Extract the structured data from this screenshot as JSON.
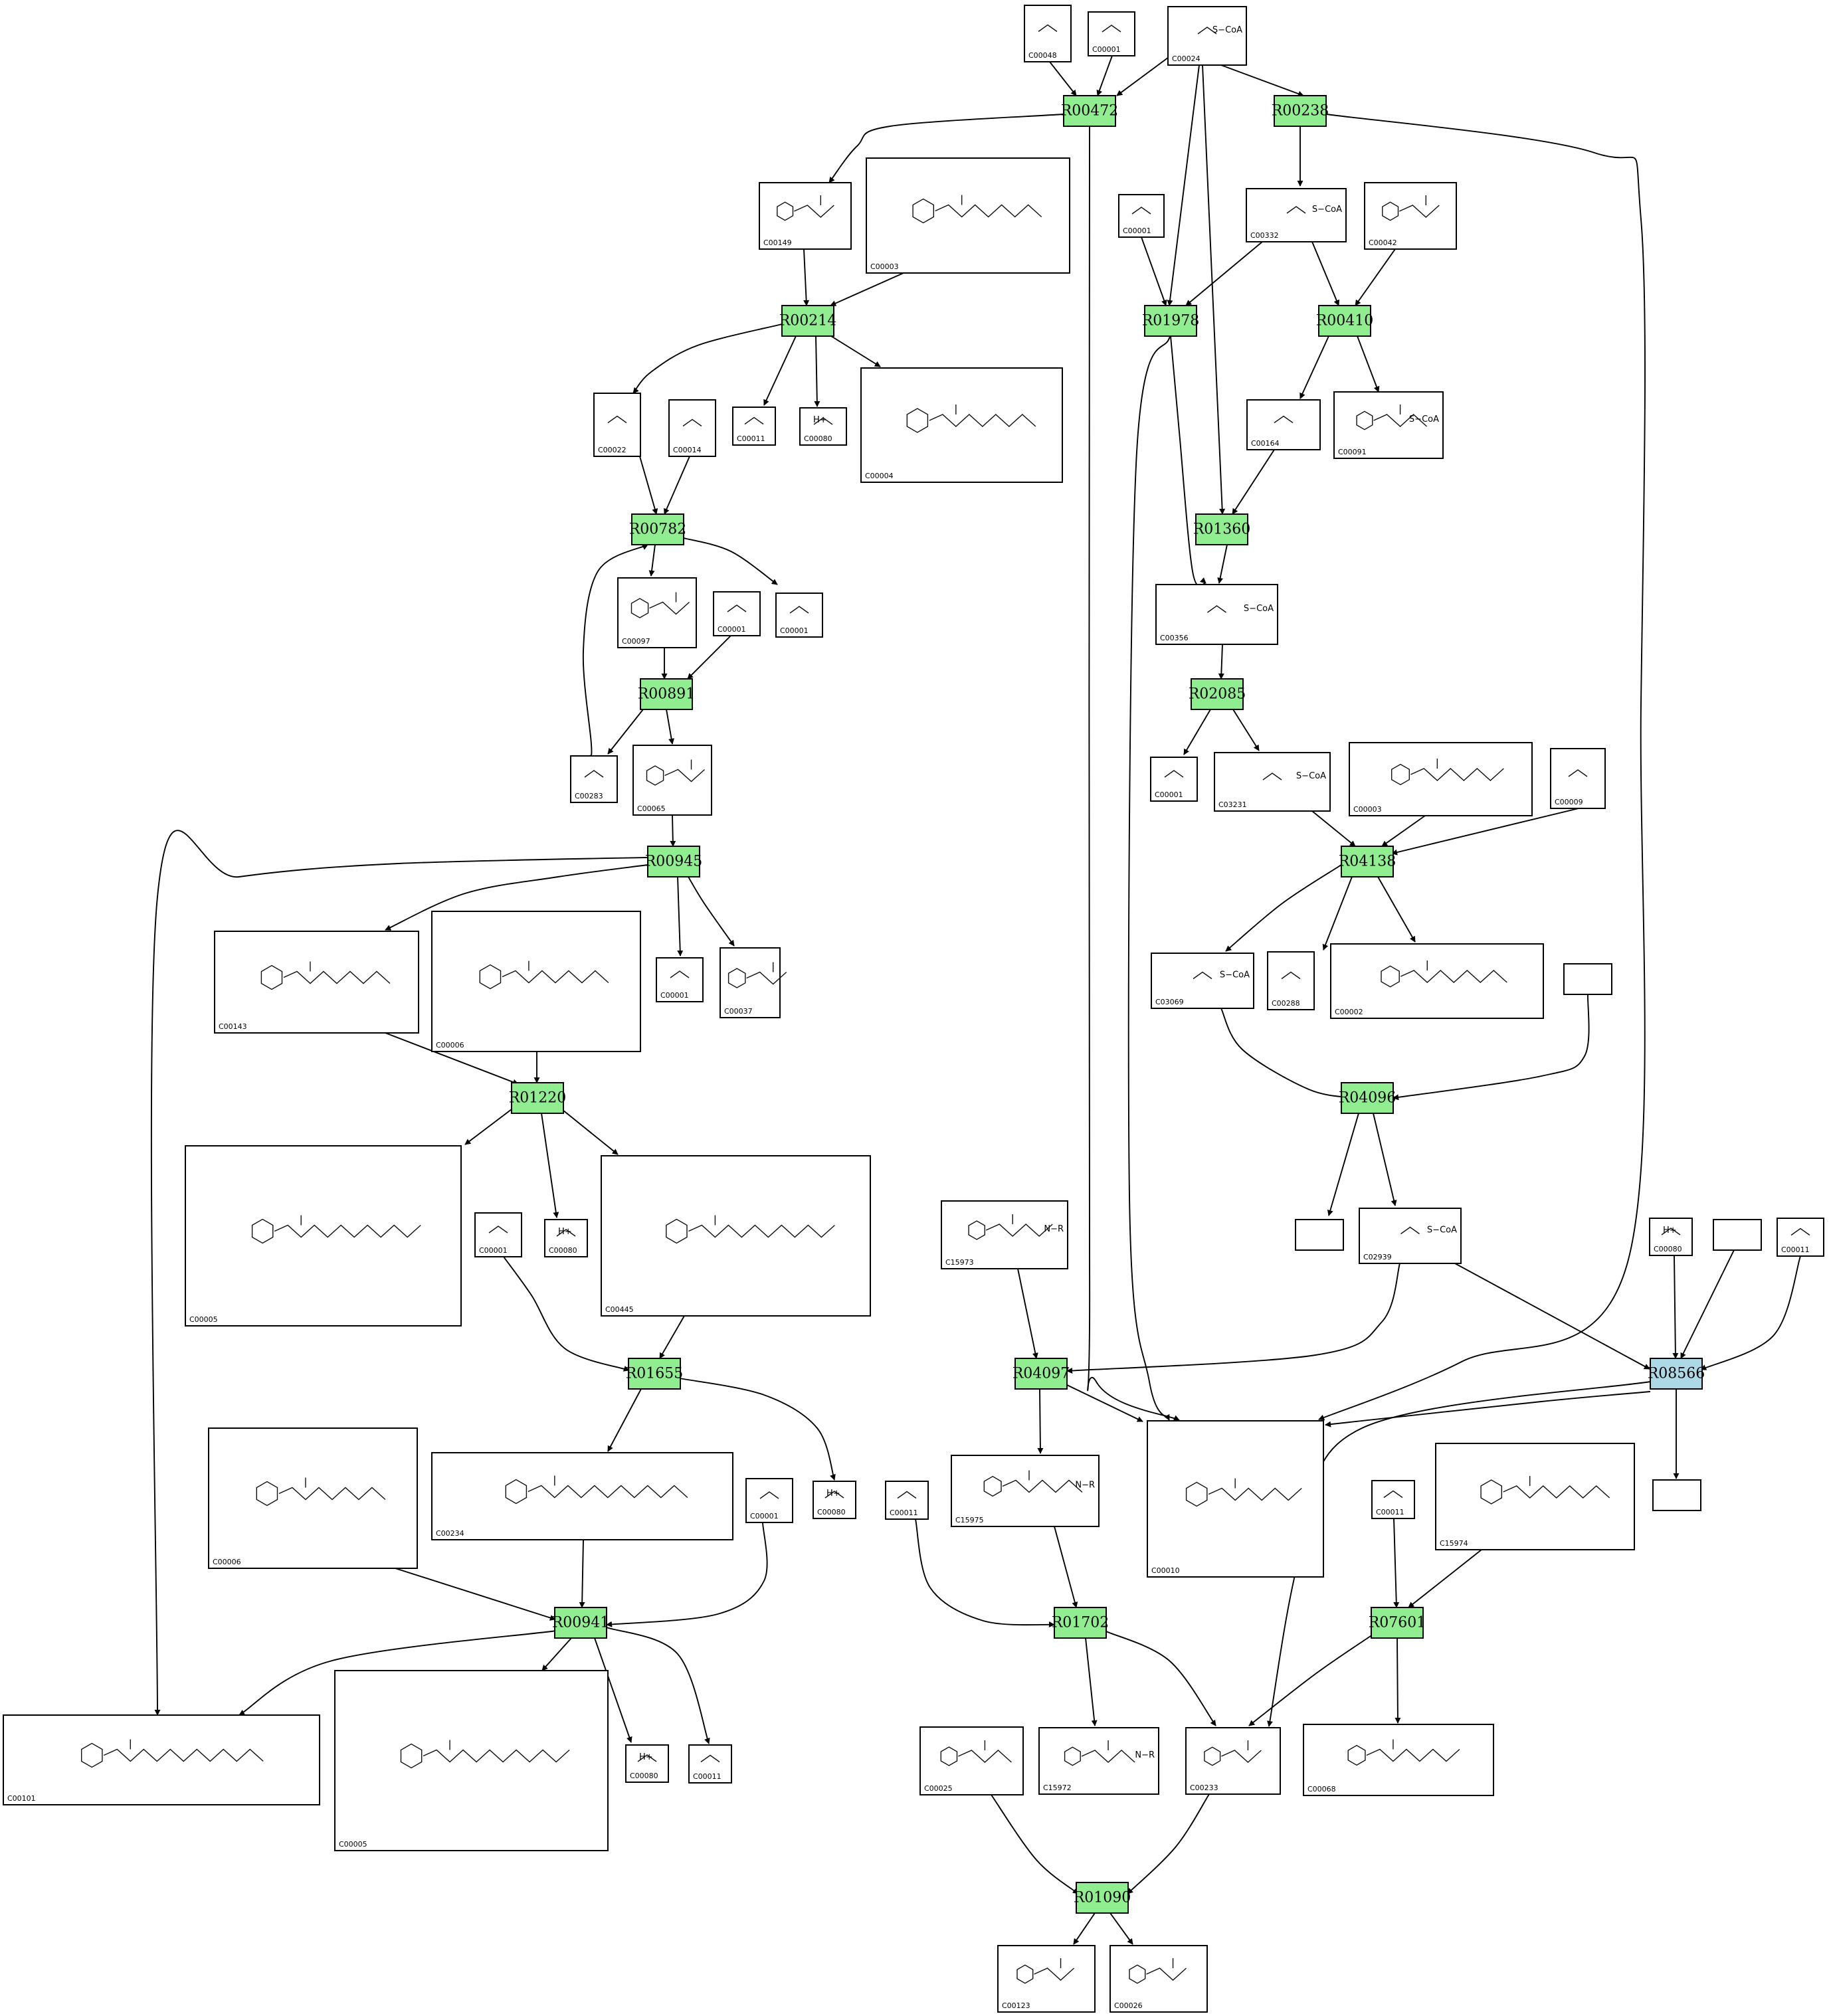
{
  "colors": {
    "reaction_default": "#90ee90",
    "reaction_highlight": "#add8e6",
    "edge": "#000000"
  },
  "reactions": [
    {
      "id": "R00472",
      "color": "#90ee90"
    },
    {
      "id": "R00238",
      "color": "#90ee90"
    },
    {
      "id": "R00214",
      "color": "#90ee90"
    },
    {
      "id": "R01978",
      "color": "#90ee90"
    },
    {
      "id": "R00410",
      "color": "#90ee90"
    },
    {
      "id": "R00782",
      "color": "#90ee90"
    },
    {
      "id": "R01360",
      "color": "#90ee90"
    },
    {
      "id": "R00891",
      "color": "#90ee90"
    },
    {
      "id": "R02085",
      "color": "#90ee90"
    },
    {
      "id": "R00945",
      "color": "#90ee90"
    },
    {
      "id": "R04138",
      "color": "#90ee90"
    },
    {
      "id": "R01220",
      "color": "#90ee90"
    },
    {
      "id": "R04096",
      "color": "#90ee90"
    },
    {
      "id": "R01655",
      "color": "#90ee90"
    },
    {
      "id": "R04097",
      "color": "#90ee90"
    },
    {
      "id": "R08566",
      "color": "#add8e6"
    },
    {
      "id": "R00941",
      "color": "#90ee90"
    },
    {
      "id": "R01702",
      "color": "#90ee90"
    },
    {
      "id": "R07601",
      "color": "#90ee90"
    },
    {
      "id": "R01090",
      "color": "#90ee90"
    }
  ],
  "compounds": [
    {
      "key": "n_C00048",
      "id": "C00048"
    },
    {
      "key": "n_C00001_a",
      "id": "C00001"
    },
    {
      "key": "n_C00024",
      "id": "C00024"
    },
    {
      "key": "n_C00149",
      "id": "C00149"
    },
    {
      "key": "n_C00003_a",
      "id": "C00003"
    },
    {
      "key": "n_C00001_b",
      "id": "C00001"
    },
    {
      "key": "n_C00332",
      "id": "C00332"
    },
    {
      "key": "n_C00042",
      "id": "C00042"
    },
    {
      "key": "n_C00022",
      "id": "C00022"
    },
    {
      "key": "n_C00014",
      "id": "C00014"
    },
    {
      "key": "n_C00011_a",
      "id": "C00011"
    },
    {
      "key": "n_C00080_a",
      "id": "C00080"
    },
    {
      "key": "n_C00004",
      "id": "C00004"
    },
    {
      "key": "n_C00164",
      "id": "C00164"
    },
    {
      "key": "n_C00091",
      "id": "C00091"
    },
    {
      "key": "n_C00097",
      "id": "C00097"
    },
    {
      "key": "n_C00001_c",
      "id": "C00001"
    },
    {
      "key": "n_C00001_d",
      "id": "C00001"
    },
    {
      "key": "n_C00356",
      "id": "C00356"
    },
    {
      "key": "n_C00283",
      "id": "C00283"
    },
    {
      "key": "n_C00065",
      "id": "C00065"
    },
    {
      "key": "n_C00001_e",
      "id": "C00001"
    },
    {
      "key": "n_C03231",
      "id": "C03231"
    },
    {
      "key": "n_C00003_b",
      "id": "C00003"
    },
    {
      "key": "n_C00009",
      "id": "C00009"
    },
    {
      "key": "n_C00143",
      "id": "C00143"
    },
    {
      "key": "n_C00006_a",
      "id": "C00006"
    },
    {
      "key": "n_C00001_f",
      "id": "C00001"
    },
    {
      "key": "n_C00037",
      "id": "C00037"
    },
    {
      "key": "n_C03069",
      "id": "C03069"
    },
    {
      "key": "n_C00288",
      "id": "C00288"
    },
    {
      "key": "n_C00002",
      "id": "C00002"
    },
    {
      "key": "n_blank_a",
      "id": ""
    },
    {
      "key": "n_C00005_a",
      "id": "C00005"
    },
    {
      "key": "n_C00001_g",
      "id": "C00001"
    },
    {
      "key": "n_C00080_b",
      "id": "C00080"
    },
    {
      "key": "n_C00445",
      "id": "C00445"
    },
    {
      "key": "n_C15973",
      "id": "C15973"
    },
    {
      "key": "n_blank_b",
      "id": ""
    },
    {
      "key": "n_C02939",
      "id": "C02939"
    },
    {
      "key": "n_C00080_c",
      "id": "C00080"
    },
    {
      "key": "n_blank_c",
      "id": ""
    },
    {
      "key": "n_C00011_b",
      "id": "C00011"
    },
    {
      "key": "n_C00006_b",
      "id": "C00006"
    },
    {
      "key": "n_C00234",
      "id": "C00234"
    },
    {
      "key": "n_C00001_h",
      "id": "C00001"
    },
    {
      "key": "n_C00080_d",
      "id": "C00080"
    },
    {
      "key": "n_C00011_c",
      "id": "C00011"
    },
    {
      "key": "n_C15975",
      "id": "C15975"
    },
    {
      "key": "n_C00010",
      "id": "C00010"
    },
    {
      "key": "n_C00011_d",
      "id": "C00011"
    },
    {
      "key": "n_C15974",
      "id": "C15974"
    },
    {
      "key": "n_blank_d",
      "id": ""
    },
    {
      "key": "n_C00101",
      "id": "C00101"
    },
    {
      "key": "n_C00005_b",
      "id": "C00005"
    },
    {
      "key": "n_C00080_e",
      "id": "C00080"
    },
    {
      "key": "n_C00011_e",
      "id": "C00011"
    },
    {
      "key": "n_C00025",
      "id": "C00025"
    },
    {
      "key": "n_C15972",
      "id": "C15972"
    },
    {
      "key": "n_C00233",
      "id": "C00233"
    },
    {
      "key": "n_C00068",
      "id": "C00068"
    },
    {
      "key": "n_C00123",
      "id": "C00123"
    },
    {
      "key": "n_C00026",
      "id": "C00026"
    }
  ],
  "structure_labels": {
    "C00024": "S−CoA",
    "C00332": "S−CoA",
    "C00091": "S−CoA",
    "C00356": "S−CoA",
    "C03231": "S−CoA",
    "C03069": "S−CoA",
    "C02939": "S−CoA",
    "C15973": "N−R",
    "C15975": "N−R",
    "C15972": "N−R",
    "H+": "H+"
  }
}
